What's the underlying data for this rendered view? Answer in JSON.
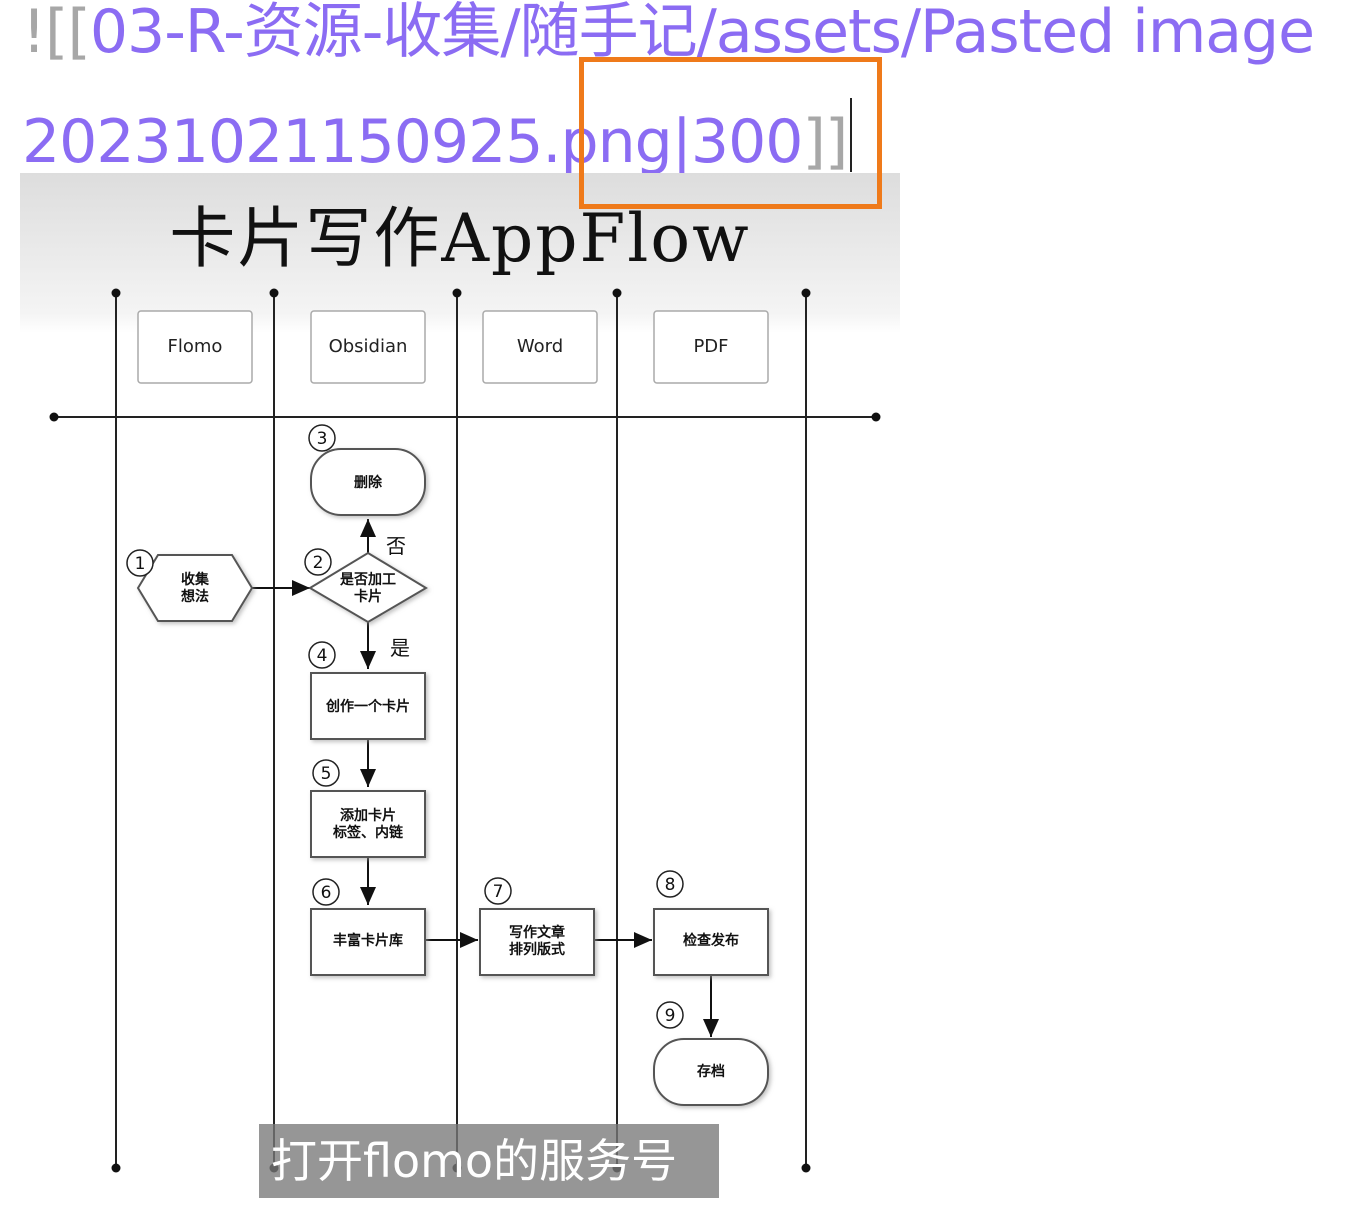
{
  "editor": {
    "line1_prefix": "![[",
    "line1_link": "03-R-资源-收集/随手记/assets/Pasted image",
    "line2_link": "20231021150925.png|300",
    "line2_suffix": "]]"
  },
  "image": {
    "title": "卡片写作AppFlow",
    "lanes": [
      "Flomo",
      "Obsidian",
      "Word",
      "PDF"
    ],
    "nodes": {
      "collect": "收集\n想法",
      "decide": "是否加工\n卡片",
      "delete": "删除",
      "create": "创作一个卡片",
      "tags": "添加卡片\n标签、内链",
      "enrich": "丰富卡片库",
      "write": "写作文章\n排列版式",
      "publish": "检查发布",
      "archive": "存档"
    },
    "labels": {
      "no": "否",
      "yes": "是"
    },
    "steps": [
      "1",
      "2",
      "3",
      "4",
      "5",
      "6",
      "7",
      "8",
      "9"
    ]
  },
  "subtitle": "打开flomo的服务号"
}
